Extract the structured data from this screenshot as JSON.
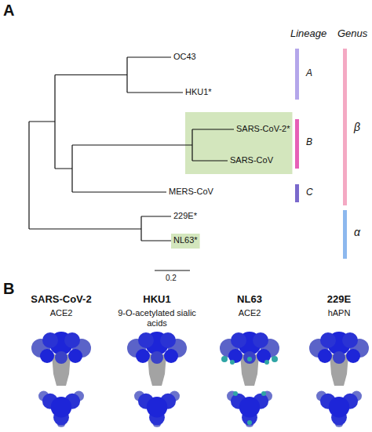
{
  "diagram": {
    "nodes": [
      {
        "text": [
          "SARS-CoV-2*",
          "SARS-CoV"
        ]
      },
      {
        "text": [
          "NL63*"
        ]
      }
    ],
    "labels": [
      "A",
      "OC43",
      "HKU1*",
      "MERS-CoV",
      "229E*",
      "Lineage",
      "Genus",
      "A",
      "B",
      "C",
      "β",
      "α",
      "0.2",
      "B",
      "SARS-CoV-2",
      "ACE2",
      "HKU1",
      "9-O-acetylated sialic acids",
      "NL63",
      "ACE2",
      "229E",
      "hAPN"
    ]
  }
}
